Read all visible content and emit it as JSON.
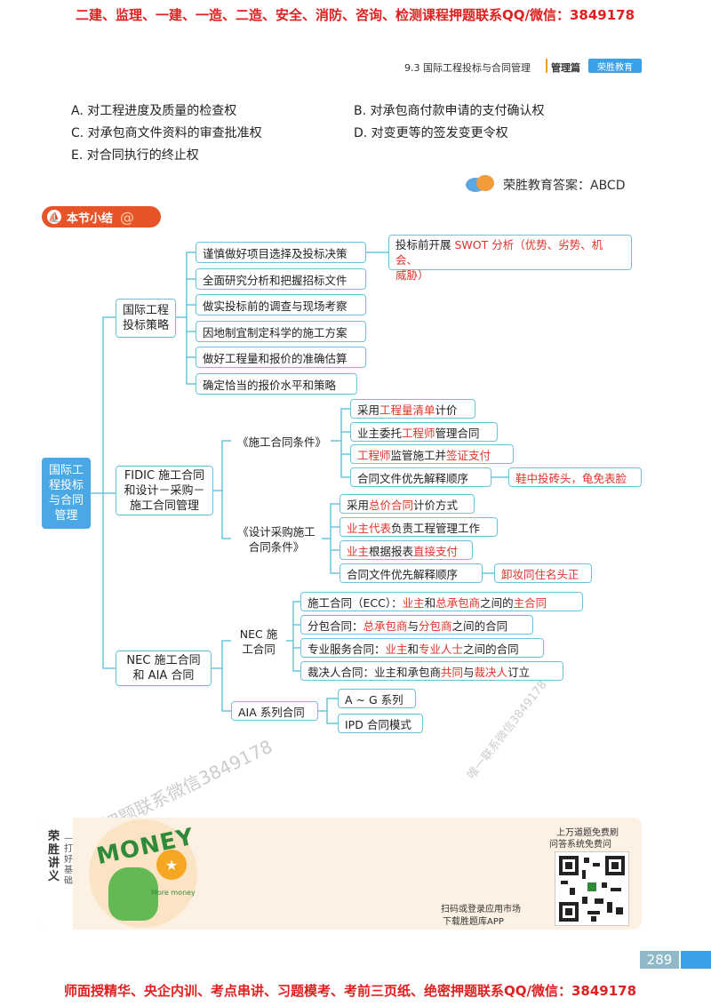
{
  "top_banner": "二建、监理、一建、一造、二造、安全、消防、咨询、检测课程押题联系QQ/微信：3849178",
  "bottom_banner": "师面授精华、央企内训、考点串讲、习题模考、考前三页纸、绝密押题联系QQ/微信：3849178",
  "header": {
    "section": "9.3 国际工程投标与合同管理",
    "part": "管理篇",
    "brand": "荣胜教育"
  },
  "options": {
    "a": "A. 对工程进度及质量的检查权",
    "b": "B. 对承包商付款申请的支付确认权",
    "c": "C. 对承包商文件资料的审查批准权",
    "d": "D. 对变更等的签发变更令权",
    "e": "E. 对合同执行的终止权"
  },
  "answer": "荣胜教育答案：ABCD",
  "summary_badge": "本节小结",
  "mindmap": {
    "root": "国际工程投标与合同管理",
    "b1": {
      "title": "国际工程投标策略",
      "items": [
        "谨慎做好项目选择及投标决策",
        "全面研究分析和把握招标文件",
        "做实投标前的调查与现场考察",
        "因地制宜制定科学的施工方案",
        "做好工程量和报价的准确估算",
        "确定恰当的报价水平和策略"
      ],
      "swot": [
        "投标前开展 ",
        "SWOT 分析（优势、劣势、机会、",
        "威胁）"
      ]
    },
    "b2": {
      "title": "FIDIC 施工合同和设计－采购－施工合同管理",
      "c1": "《施工合同条件》",
      "c1_items": [
        [
          "采用",
          "工程量清单",
          "计价"
        ],
        [
          "业主委托",
          "工程师",
          "管理合同"
        ],
        [
          "",
          "工程师",
          "监管施工并",
          "签证支付"
        ],
        [
          "合同文件优先解释顺序"
        ]
      ],
      "c1_tip": "鞋中投砖头，龟免表脸",
      "c2": "《设计采购施工合同条件》",
      "c2_items": [
        [
          "采用",
          "总价合同",
          "计价方式"
        ],
        [
          "",
          "业主代表",
          "负责工程管理工作"
        ],
        [
          "",
          "业主",
          "根据报表",
          "直接支付"
        ],
        [
          "合同文件优先解释顺序"
        ]
      ],
      "c2_tip": "卸妆同住名头正"
    },
    "b3": {
      "title": "NEC 施工合同和 AIA 合同",
      "nec": "NEC 施工合同",
      "nec_items": [
        [
          "施工合同（ECC）：",
          "业主",
          "和",
          "总承包商",
          "之间的",
          "主合同"
        ],
        [
          "分包合同：",
          "总承包商",
          "与",
          "分包商",
          "之间的合同"
        ],
        [
          "专业服务合同：",
          "业主",
          "和",
          "专业人士",
          "之间的合同"
        ],
        [
          "裁决人合同：业主和承包商",
          "共同",
          "与",
          "裁决人",
          "订立"
        ]
      ],
      "aia": "AIA 系列合同",
      "aia_items": [
        "A ~ G 系列",
        "IPD 合同模式"
      ]
    }
  },
  "watermarks": [
    "唯一联系微信3849178",
    "维/微信押题联系微信3849178"
  ],
  "footer": {
    "side_title": "荣胜讲义",
    "side_sub": "—打好基础",
    "promo1": "上万道题免费刷",
    "promo2": "问答系统免费问",
    "scan1": "扫码或登录应用市场",
    "scan2": "下载胜题库APP",
    "mascot_text": "MONEY",
    "mascot_sub": "More money",
    "page_number": "289"
  }
}
